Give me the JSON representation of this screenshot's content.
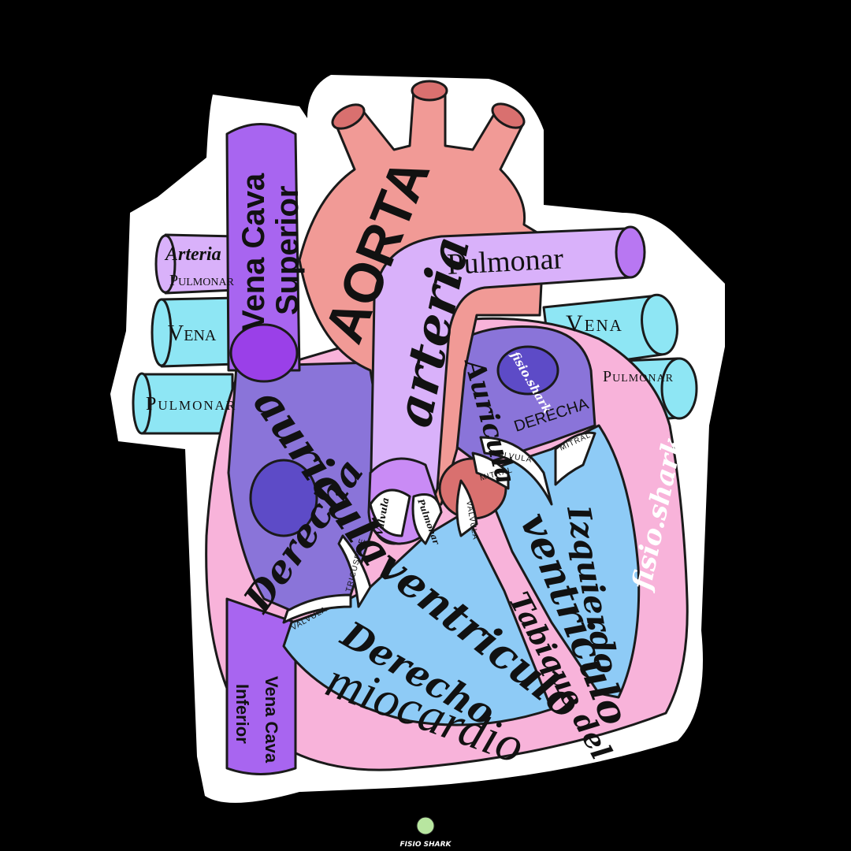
{
  "labels": {
    "aorta": "AORTA",
    "arteria": "arteria",
    "pulmonar_top": "Pulmonar",
    "vena_cava_1": "Vena Cava",
    "vena_cava_2": "Superior",
    "arteria_left_1": "Arteria",
    "arteria_left_2": "Pulmonar",
    "vena_left": "Vena",
    "pulmonar_left": "Pulmonar",
    "vena_right": "Vena",
    "pulmonar_right": "Pulmonar",
    "auricula_r": "auricula",
    "derecha_r": "Derecha",
    "auricula_l": "Auricula",
    "derecha_l": "DERECHA",
    "watermark_inner": "fisio.shark",
    "watermark_side": "fisio.shark",
    "valvula_mitral_1": "VALVULA",
    "mitral_1": "MITRAL",
    "mitral_2": "MITRAL",
    "valvula_aortic": "VALVULA",
    "valvula_pulmonar": "Valvula",
    "pulmonar_valve": "Pulmonar",
    "tricuspide": "TRICUSPIDE",
    "valvula_tricus": "VALVULA",
    "ventriculo_der": "ventriculo",
    "derecho": "Derecho",
    "ventriculo_izq": "ventriculo",
    "izquierdo": "Izquierdo",
    "tabique": "Tabique del",
    "miocardio": "miocardio",
    "vena_cava_inf_1": "Vena Cava",
    "vena_cava_inf_2": "Inferior",
    "logo": "FISIO SHARK"
  },
  "colors": {
    "background": "#000000",
    "sticker_border": "#ffffff",
    "aorta": "#f19a96",
    "aorta_top": "#d9706f",
    "vena_cava": "#a865f0",
    "pulmonary_artery": "#d9b1fa",
    "pulmonary_vein": "#8ee6f4",
    "right_atrium": "#8a74d9",
    "left_atrium": "#8a74d9",
    "ventricle": "#8ecbf6",
    "myocardium": "#f8b3da",
    "spot": "#5d4bc7",
    "valve": "#ffffff"
  }
}
